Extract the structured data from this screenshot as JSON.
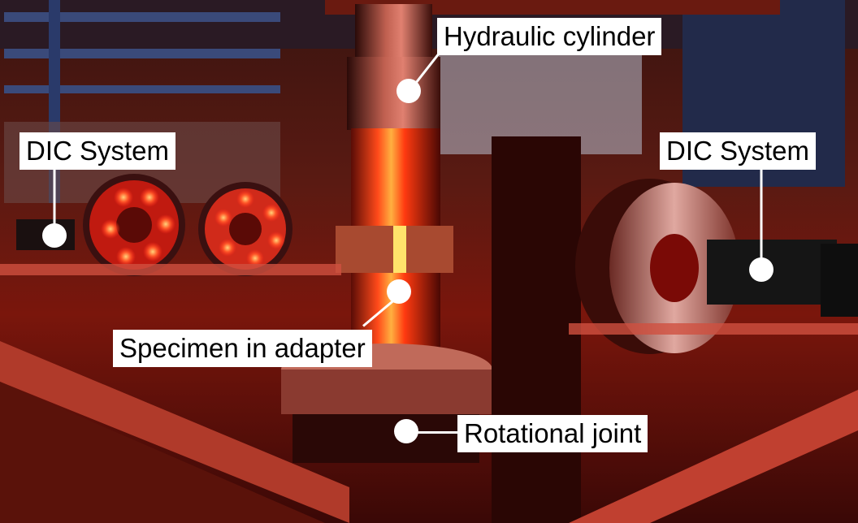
{
  "image": {
    "description_labels": {
      "hydraulic": "Hydraulic cylinder",
      "dic_left": "DIC System",
      "dic_right": "DIC System",
      "specimen": "Specimen in adapter",
      "joint": "Rotational joint"
    },
    "colors": {
      "label_bg": "#ffffff",
      "label_text": "#000000",
      "led_red": "#ff2a1a",
      "led_glow": "#ffd27a",
      "specimen_yellow": "#ffe36b"
    }
  }
}
